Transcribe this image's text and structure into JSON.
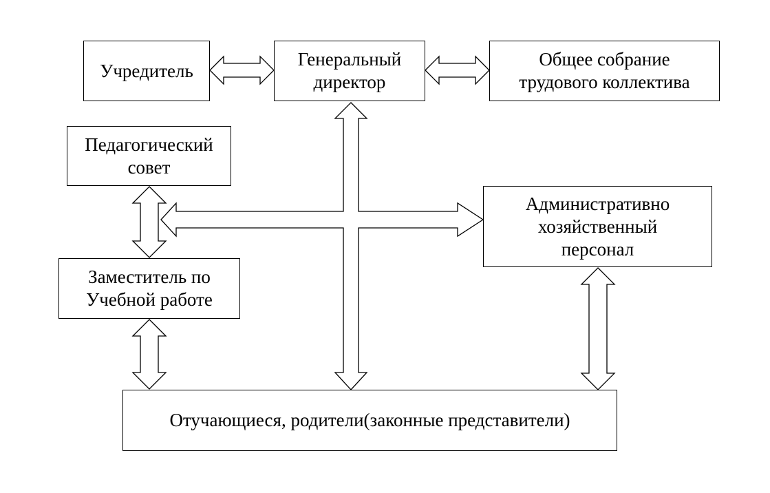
{
  "diagram": {
    "nodes": {
      "founder": {
        "lines": [
          "Учредитель"
        ]
      },
      "director": {
        "lines": [
          "Генеральный",
          "директор"
        ]
      },
      "assembly": {
        "lines": [
          "Общее собрание",
          "трудового коллектива"
        ]
      },
      "council": {
        "lines": [
          "Педагогический",
          "совет"
        ]
      },
      "admin": {
        "lines": [
          "Административно",
          "хозяйственный",
          "персонал"
        ]
      },
      "deputy": {
        "lines": [
          "Заместитель по",
          "Учебной работе"
        ]
      },
      "students": {
        "lines": [
          "Отучающиеся, родители(законные представители)"
        ]
      }
    },
    "connections": [
      {
        "from": "founder",
        "to": "director",
        "type": "bidirectional"
      },
      {
        "from": "director",
        "to": "assembly",
        "type": "bidirectional"
      },
      {
        "from": "director",
        "to": "students",
        "type": "bidirectional"
      },
      {
        "from": "director",
        "to": "council",
        "type": "directed"
      },
      {
        "from": "director",
        "to": "admin",
        "type": "directed"
      },
      {
        "from": "council",
        "to": "deputy",
        "type": "bidirectional"
      },
      {
        "from": "deputy",
        "to": "students",
        "type": "bidirectional"
      },
      {
        "from": "admin",
        "to": "students",
        "type": "bidirectional"
      }
    ]
  }
}
